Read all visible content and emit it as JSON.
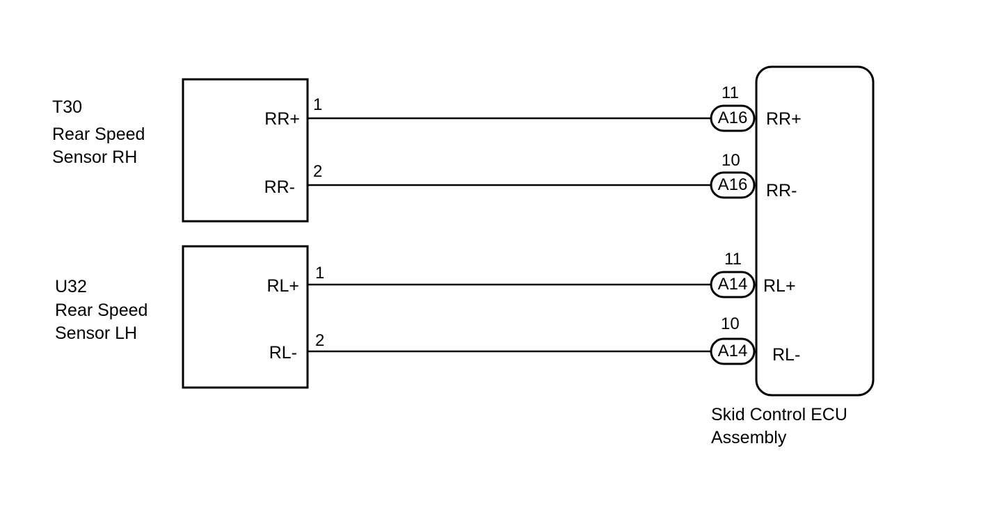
{
  "sensor_rh": {
    "code": "T30",
    "name_line1": "Rear Speed",
    "name_line2": "Sensor RH",
    "pins": [
      {
        "number": "1",
        "signal": "RR+"
      },
      {
        "number": "2",
        "signal": "RR-"
      }
    ]
  },
  "sensor_lh": {
    "code": "U32",
    "name_line1": "Rear Speed",
    "name_line2": "Sensor LH",
    "pins": [
      {
        "number": "1",
        "signal": "RL+"
      },
      {
        "number": "2",
        "signal": "RL-"
      }
    ]
  },
  "ecu": {
    "name_line1": "Skid Control ECU",
    "name_line2": "Assembly",
    "terminals": [
      {
        "connector": "A16",
        "pin": "11",
        "signal": "RR+"
      },
      {
        "connector": "A16",
        "pin": "10",
        "signal": "RR-"
      },
      {
        "connector": "A14",
        "pin": "11",
        "signal": "RL+"
      },
      {
        "connector": "A14",
        "pin": "10",
        "signal": "RL-"
      }
    ]
  },
  "colors": {
    "line": "#000000",
    "background": "#ffffff"
  }
}
